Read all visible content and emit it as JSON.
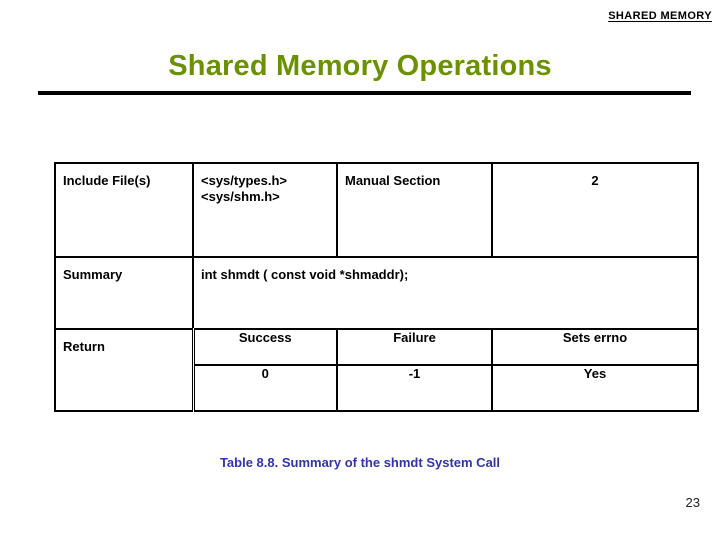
{
  "header": {
    "running_title": "SHARED MEMORY"
  },
  "slide": {
    "title": "Shared Memory Operations",
    "title_color": "#6b9100",
    "rule_color": "#000000"
  },
  "table": {
    "rows": {
      "include": {
        "label": "Include File(s)",
        "files_line1": "<sys/types.h>",
        "files_line2": "<sys/shm.h>",
        "manual_section_label": "Manual Section",
        "manual_section_value": "2"
      },
      "summary": {
        "label": "Summary",
        "signature": "int shmdt ( const void *shmaddr);"
      },
      "return": {
        "label": "Return",
        "headers": [
          "Success",
          "Failure",
          "Sets errno"
        ],
        "values": [
          "0",
          "-1",
          "Yes"
        ]
      }
    }
  },
  "caption": {
    "text": "Table 8.8. Summary of the shmdt System Call",
    "color": "#3333aa"
  },
  "footer": {
    "page_number": "23"
  }
}
